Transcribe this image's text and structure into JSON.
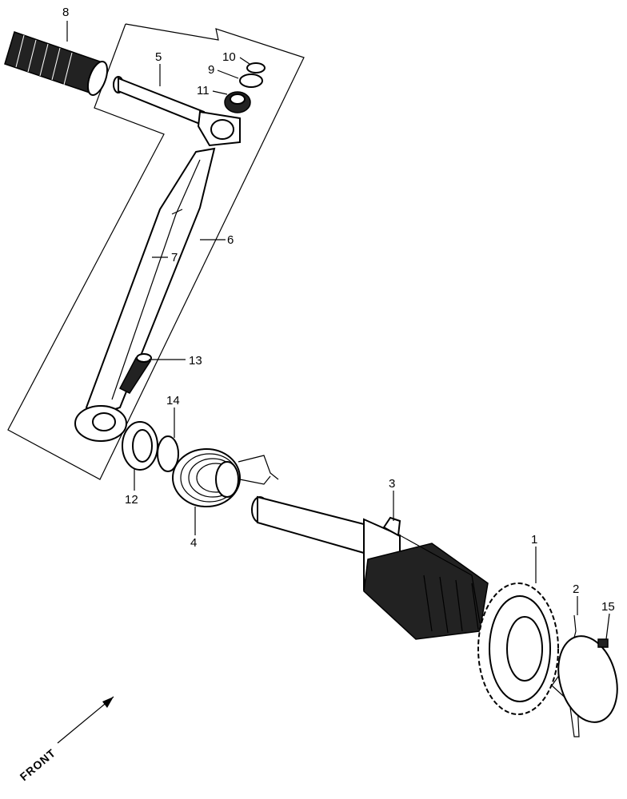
{
  "labels": {
    "p1": "1",
    "p2": "2",
    "p3": "3",
    "p4": "4",
    "p5": "5",
    "p6": "6",
    "p7": "7",
    "p8": "8",
    "p9": "9",
    "p10": "10",
    "p11": "11",
    "p12": "12",
    "p13": "13",
    "p14": "14",
    "p15": "15"
  },
  "direction": {
    "text": "FRONT"
  }
}
